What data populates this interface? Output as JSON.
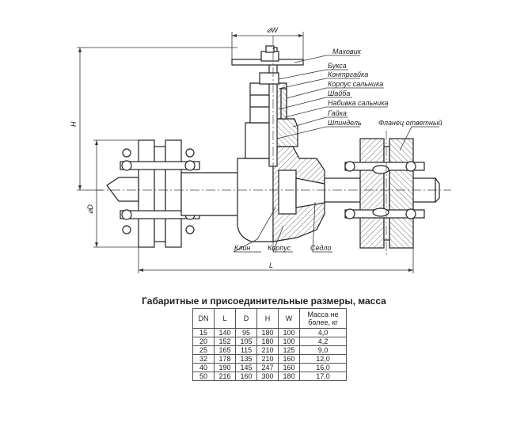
{
  "labels": {
    "handwheel": "Маховик",
    "bushing": "Букса",
    "locknut": "Контргайка",
    "gland_body": "Корпус сальника",
    "washer": "Шайба",
    "packing": "Набивка сальника",
    "nut": "Гайка",
    "spindle": "Шпиндель",
    "counter_flange": "Фланец ответный",
    "wedge": "Клин",
    "body": "Корпус",
    "seat": "Седло"
  },
  "dimensions": {
    "w": "⌀W",
    "h": "H",
    "d": "⌀D",
    "l": "L"
  },
  "table": {
    "title": "Габаритные и присоединительные размеры, масса",
    "headers": [
      "DN",
      "L",
      "D",
      "H",
      "W",
      "Масса не более, кг"
    ],
    "rows": [
      [
        "15",
        "140",
        "95",
        "180",
        "100",
        "4,0"
      ],
      [
        "20",
        "152",
        "105",
        "180",
        "100",
        "4,2"
      ],
      [
        "25",
        "165",
        "115",
        "210",
        "125",
        "9,0"
      ],
      [
        "32",
        "178",
        "135",
        "210",
        "160",
        "12,0"
      ],
      [
        "40",
        "190",
        "145",
        "247",
        "160",
        "16,0"
      ],
      [
        "50",
        "216",
        "160",
        "300",
        "180",
        "17,0"
      ]
    ]
  }
}
